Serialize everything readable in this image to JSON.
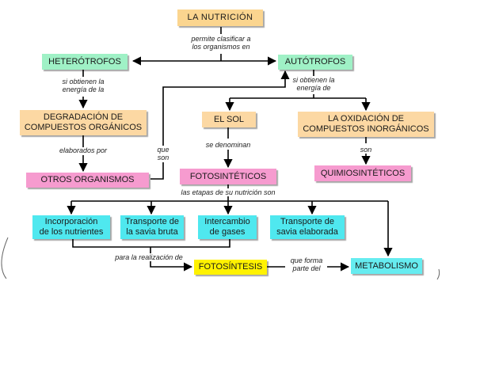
{
  "nodes": {
    "nutricion": "LA NUTRICIÓN",
    "heterotrofos": "HETERÓTROFOS",
    "autotrofos": "AUTÓTROFOS",
    "degradacion": [
      "DEGRADACIÓN DE",
      "COMPUESTOS ORGÁNICOS"
    ],
    "sol": "EL SOL",
    "oxidacion": [
      "LA OXIDACIÓN DE",
      "COMPUESTOS INORGÁNICOS"
    ],
    "otros": "OTROS ORGANISMOS",
    "fotosinteticos": "FOTOSINTÉTICOS",
    "quimiosinteticos": "QUIMIOSINTÉTICOS",
    "incorporacion": [
      "Incorporación",
      "de los nutrientes"
    ],
    "savia_bruta": [
      "Transporte de",
      "la savia bruta"
    ],
    "intercambio": [
      "Intercambio",
      "de gases"
    ],
    "savia_elaborada": [
      "Transporte de",
      "savia elaborada"
    ],
    "fotosintesis": "FOTOSÍNTESIS",
    "metabolismo": "METABOLISMO"
  },
  "labels": {
    "permite": [
      "permite clasificar a",
      "los organismos en"
    ],
    "si_obtienen_1": [
      "si obtienen la",
      "energía de la"
    ],
    "si_obtienen_2": [
      "si obtienen la",
      "energía de"
    ],
    "elaborados": "elaborados por",
    "que_son": [
      "que",
      "son"
    ],
    "se_denominan": "se denominan",
    "son": "son",
    "etapas": "las etapas de su nutrición son",
    "realizacion": "para la realización de",
    "que_forma": [
      "que forma",
      "parte del"
    ]
  },
  "colors": {
    "orange": "#fbd58f",
    "green": "#9ff1c6",
    "peach": "#fcd8a3",
    "pink": "#f69bcf",
    "cyan": "#4fe8ef",
    "yellow": "#fff200",
    "blue": "#66ecf0"
  }
}
